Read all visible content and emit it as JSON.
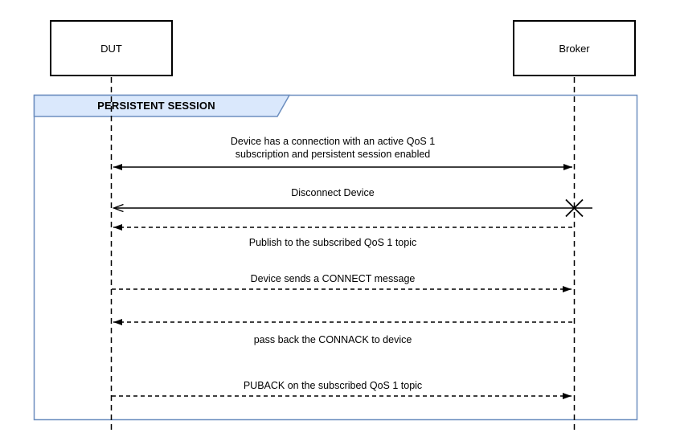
{
  "diagram": {
    "type": "uml-sequence",
    "actors": [
      {
        "name": "DUT"
      },
      {
        "name": "Broker"
      }
    ],
    "fragment": {
      "label": "PERSISTENT SESSION"
    },
    "messages": [
      {
        "lines": [
          "Device has a connection with an active QoS 1",
          "subscription and persistent session enabled"
        ],
        "from": "DUT",
        "to": "Broker",
        "line_style": "solid",
        "arrowheads": "filled-both-ends"
      },
      {
        "label": "Disconnect Device",
        "from": "Broker",
        "to": "DUT",
        "line_style": "solid",
        "arrowheads": "open-at-DUT",
        "end_marker": "x-cross-at-Broker"
      },
      {
        "label": "Publish to the subscribed QoS 1 topic",
        "from": "Broker",
        "to": "DUT",
        "line_style": "dashed",
        "arrowheads": "filled-at-DUT"
      },
      {
        "label": "Device sends a CONNECT message",
        "from": "DUT",
        "to": "Broker",
        "line_style": "dashed",
        "arrowheads": "filled-at-Broker"
      },
      {
        "label": "pass back the CONNACK to device",
        "from": "Broker",
        "to": "DUT",
        "line_style": "dashed",
        "arrowheads": "filled-at-DUT"
      },
      {
        "label": "PUBACK on the subscribed QoS 1 topic",
        "from": "DUT",
        "to": "Broker",
        "line_style": "dashed",
        "arrowheads": "filled-at-Broker"
      }
    ],
    "colors": {
      "stroke": "#000000",
      "frame_border": "#6c8ebf",
      "frame_tab_fill": "#dae8fc",
      "background": "#ffffff"
    }
  }
}
